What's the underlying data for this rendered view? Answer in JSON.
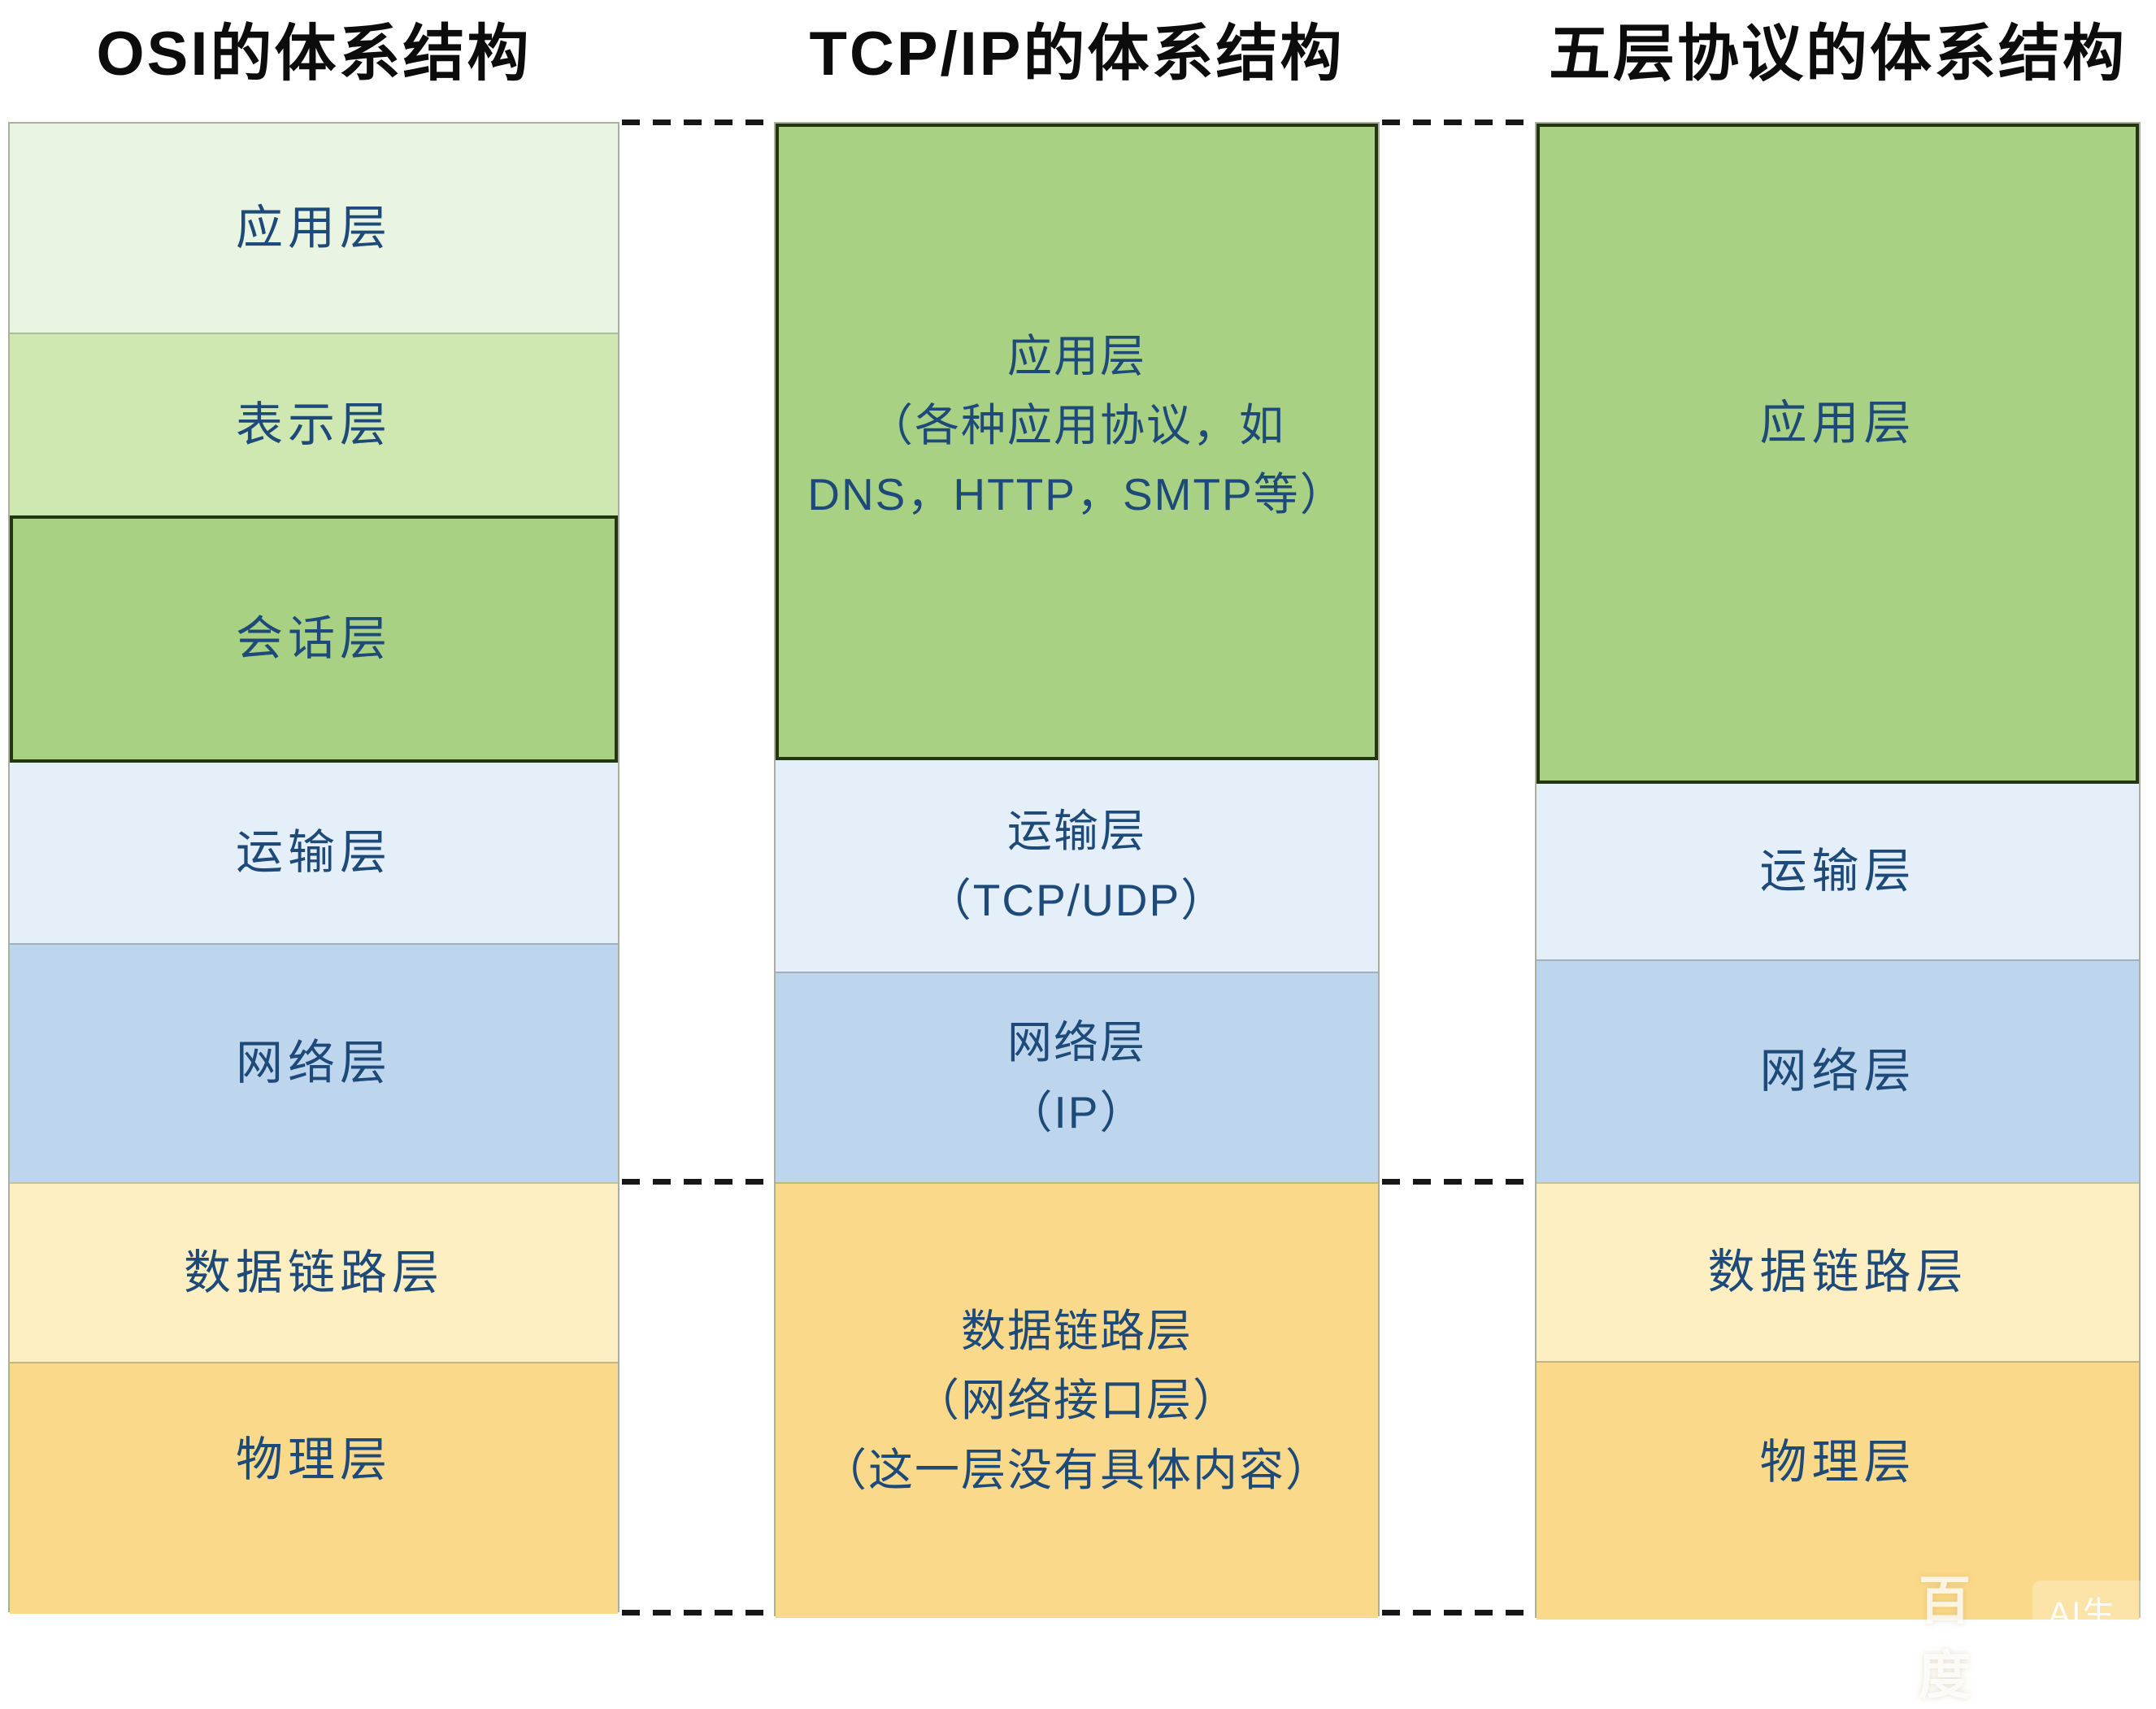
{
  "palette": {
    "bg": "#ffffff",
    "title_text": "#0c0c0c",
    "label_text": "#1d4a78",
    "green_major": "#a9d184",
    "green_mid": "#cfe8b2",
    "green_mint": "#e9f4e2",
    "blue_pale": "#e5effa",
    "blue_mid": "#bdd6ee",
    "yellow_cream": "#fdefc2",
    "yellow_gold": "#fbd98a",
    "green_border": "#24360f",
    "gray_border": "#a9b0a2",
    "dash": "#161616"
  },
  "columns": [
    {
      "title": "OSI的体系结构",
      "layers": [
        {
          "label": "应用层"
        },
        {
          "label": "表示层"
        },
        {
          "label": "会话层"
        },
        {
          "label": "运输层"
        },
        {
          "label": "网络层"
        },
        {
          "label": "数据链路层"
        },
        {
          "label": "物理层"
        }
      ]
    },
    {
      "title": "TCP/IP的体系结构",
      "layers": [
        {
          "lines": [
            "应用层",
            "（各种应用协议，如",
            "DNS，HTTP，SMTP等）"
          ]
        },
        {
          "lines": [
            "运输层",
            "（TCP/UDP）"
          ]
        },
        {
          "lines": [
            "网络层",
            "（IP）"
          ]
        },
        {
          "lines": [
            "数据链路层",
            "（网络接口层）",
            "（这一层没有具体内容）"
          ]
        }
      ]
    },
    {
      "title": "五层协议的体系结构",
      "layers": [
        {
          "label": "应用层"
        },
        {
          "label": "运输层"
        },
        {
          "label": "网络层"
        },
        {
          "label": "数据链路层"
        },
        {
          "label": "物理层"
        }
      ]
    }
  ],
  "watermark": {
    "brand": "百度",
    "tag": "AI生成"
  }
}
